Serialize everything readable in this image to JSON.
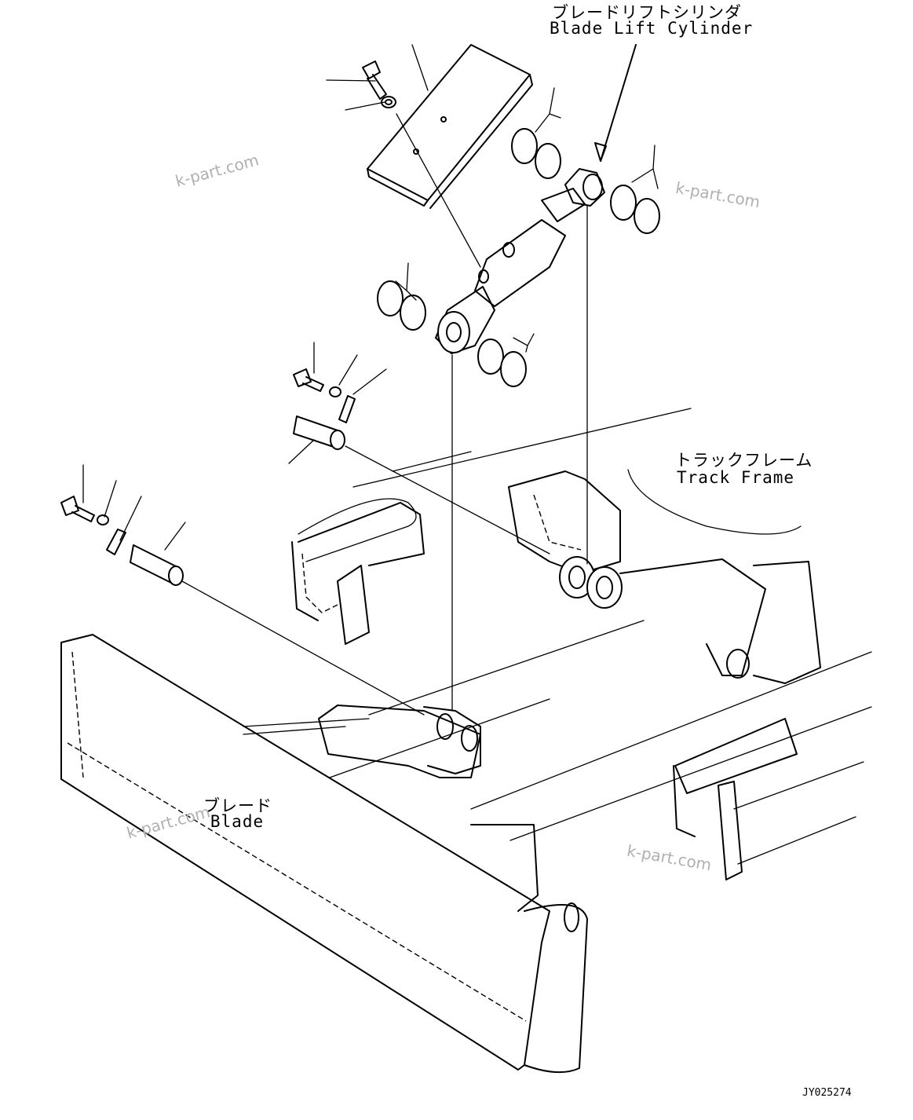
{
  "labels": {
    "blade_lift_cylinder_jp": "ブレードリフトシリンダ",
    "blade_lift_cylinder_en": "Blade Lift Cylinder",
    "track_frame_jp": "トラックフレーム",
    "track_frame_en": "Track Frame",
    "blade_jp": "ブレード",
    "blade_en": "Blade"
  },
  "watermark": "k-part.com",
  "drawing_code": "JY025274"
}
